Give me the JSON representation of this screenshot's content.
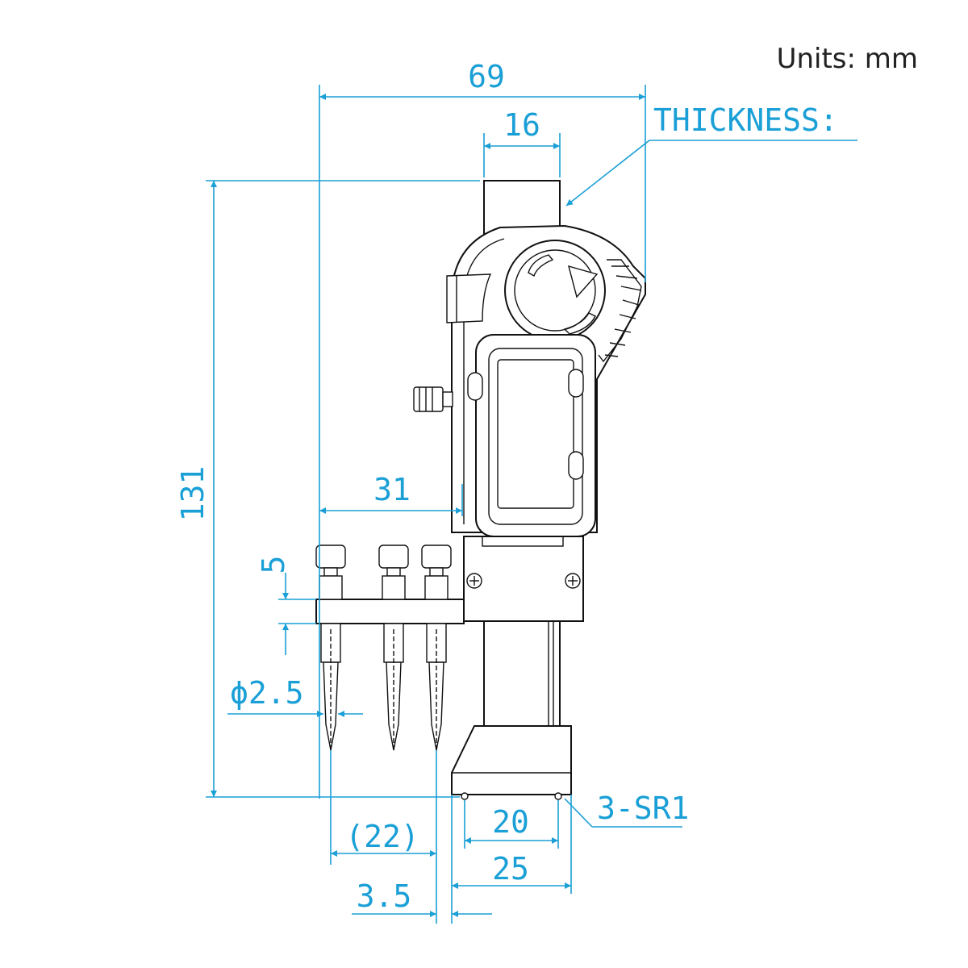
{
  "units_label": "Units: mm",
  "thickness_label": "THICKNESS:",
  "dimensions": {
    "overall_width": "69",
    "column_width": "16",
    "overall_height": "131",
    "reach": "31",
    "probe_holder": "5",
    "probe_diameter": "ϕ2.5",
    "probe_spacing": "(22)",
    "base_contact": "20",
    "base_length": "25",
    "offset": "3.5",
    "ball_radius": "3-SR1"
  },
  "colors": {
    "dimension": "#1a9fd6",
    "outline": "#111111"
  }
}
